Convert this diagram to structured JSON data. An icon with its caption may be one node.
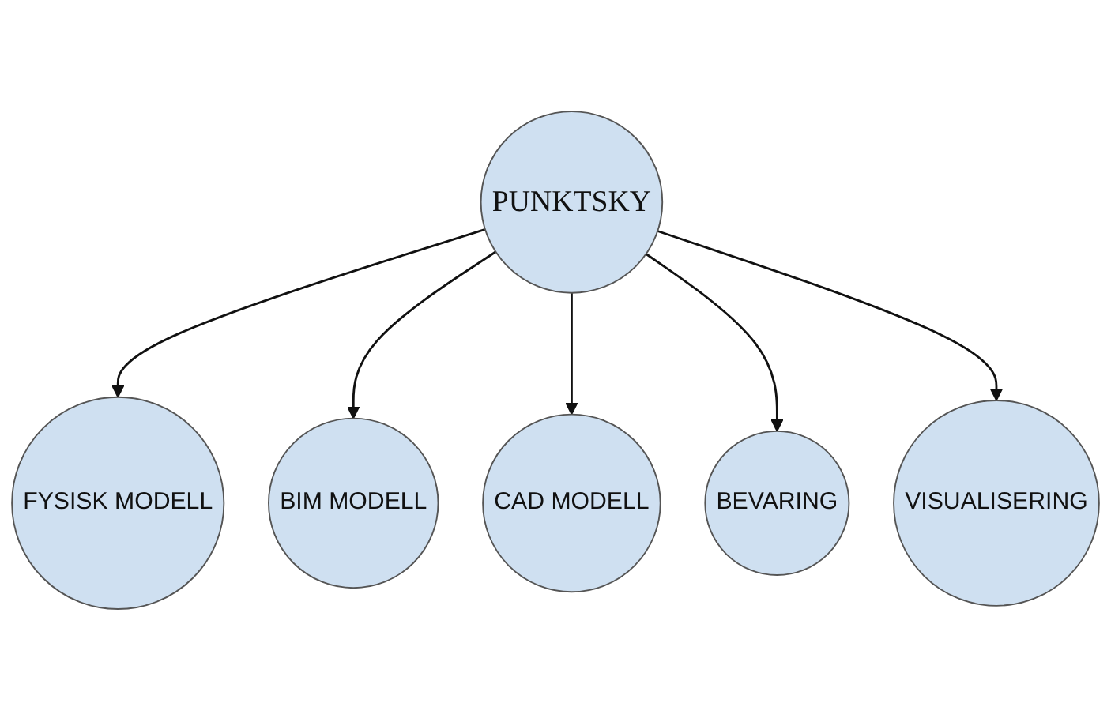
{
  "diagram": {
    "nodes": [
      {
        "text": [
          "PUNKTSKY"
        ]
      },
      {
        "text": [
          "FYSISK MODELL"
        ]
      },
      {
        "text": [
          "BIM MODELL"
        ]
      },
      {
        "text": [
          "CAD MODELL"
        ]
      },
      {
        "text": [
          "BEVARING"
        ]
      },
      {
        "text": [
          "VISUALISERING"
        ]
      }
    ],
    "edges": [
      {
        "from": 0,
        "to": 1,
        "arrow": "to"
      },
      {
        "from": 0,
        "to": 2,
        "arrow": "to"
      },
      {
        "from": 0,
        "to": 3,
        "arrow": "to"
      },
      {
        "from": 0,
        "to": 4,
        "arrow": "to"
      },
      {
        "from": 0,
        "to": 5,
        "arrow": "to"
      }
    ]
  }
}
